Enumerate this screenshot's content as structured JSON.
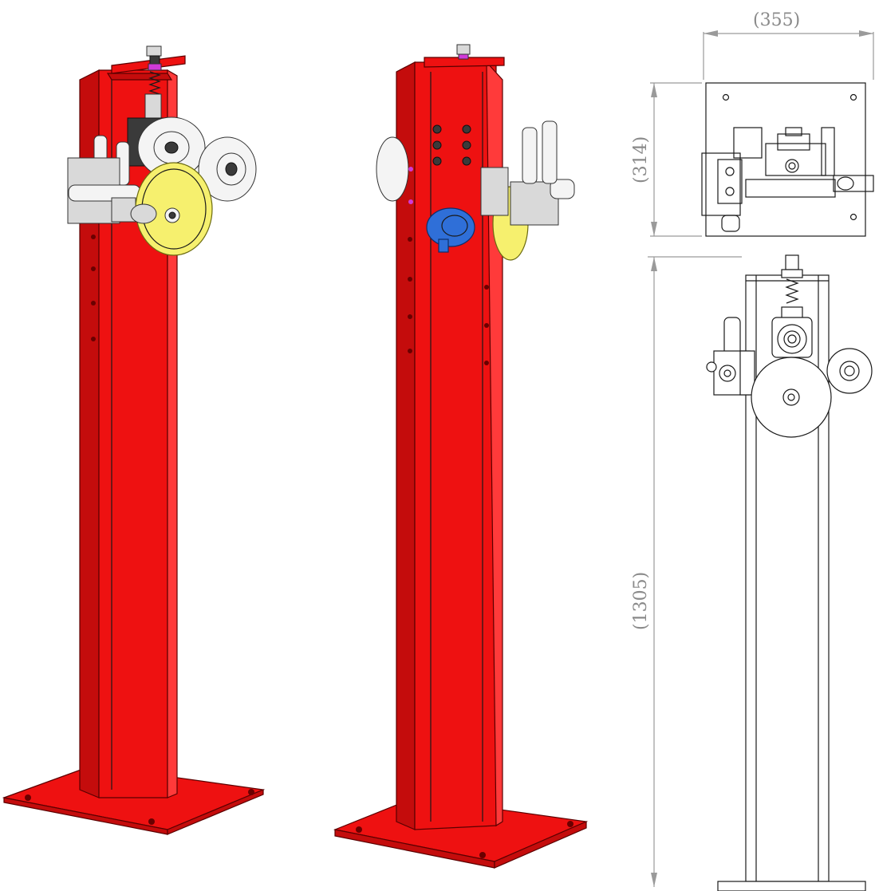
{
  "dimensions": {
    "width_top": "(355)",
    "depth_top": "(314)",
    "height_front": "(1305)"
  },
  "colors": {
    "frame": "#ee1111",
    "pulley": "#f6f06e",
    "knob": "#2f6fd8",
    "roller": "#f4f4f4",
    "dimension": "#8a8a8a"
  }
}
